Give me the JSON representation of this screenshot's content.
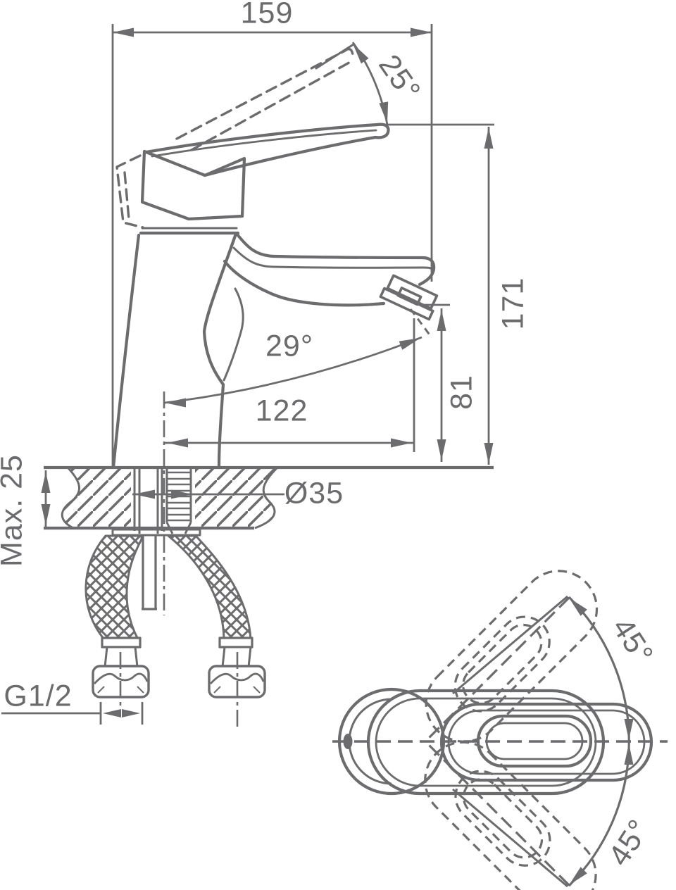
{
  "colors": {
    "line": "#6c6c6e",
    "text": "#6b6b6e",
    "background": "#ffffff"
  },
  "labels": {
    "overall_width": "159",
    "handle_lift_angle": "25°",
    "overall_height": "171",
    "outlet_height": "81",
    "spout_reach": "122",
    "outlet_angle": "29°",
    "max_deck_thickness": "Max. 25",
    "hole_diameter": "Ø35",
    "thread_size": "G1/2",
    "handle_swing_upper": "45°",
    "handle_swing_lower": "45°"
  }
}
